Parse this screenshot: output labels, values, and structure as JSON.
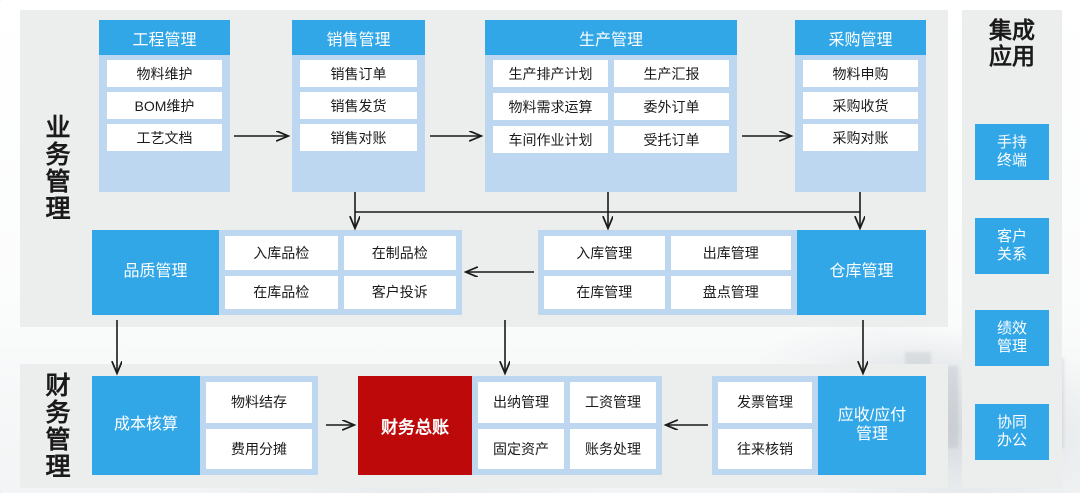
{
  "theme": {
    "accent_blue": "#32a7e8",
    "card_blue": "#bcd7ef",
    "panel_gray": "#eceded",
    "accent_red": "#bd0909",
    "cell_white": "#ffffff"
  },
  "rows": {
    "business_label": "业务管理",
    "finance_label": "财务管理"
  },
  "business": {
    "columns": [
      {
        "title": "工程管理",
        "items": [
          "物料维护",
          "BOM维护",
          "工艺文档"
        ]
      },
      {
        "title": "销售管理",
        "items": [
          "销售订单",
          "销售发货",
          "销售对账"
        ]
      },
      {
        "title": "生产管理",
        "items": [
          "生产排产计划",
          "生产汇报",
          "物料需求运算",
          "委外订单",
          "车间作业计划",
          "受托订单"
        ]
      },
      {
        "title": "采购管理",
        "items": [
          "物料申购",
          "采购收货",
          "采购对账"
        ]
      }
    ],
    "quality": {
      "label": "品质管理",
      "items": [
        "入库品检",
        "在制品检",
        "在库品检",
        "客户投诉"
      ]
    },
    "warehouse": {
      "label": "仓库管理",
      "items": [
        "入库管理",
        "出库管理",
        "在库管理",
        "盘点管理"
      ]
    }
  },
  "finance": {
    "cost": {
      "label": "成本核算",
      "items": [
        "物料结存",
        "费用分摊"
      ]
    },
    "ledger": {
      "label": "财务总账",
      "items": [
        "出纳管理",
        "工资管理",
        "固定资产",
        "账务处理"
      ]
    },
    "receivable": {
      "label": "应收/应付\n管理",
      "label_line1": "应收/应付",
      "label_line2": "管理",
      "items": [
        "发票管理",
        "往来核销"
      ]
    }
  },
  "integration": {
    "title_line1": "集成",
    "title_line2": "应用",
    "buttons": [
      {
        "line1": "手持",
        "line2": "终端"
      },
      {
        "line1": "客户",
        "line2": "关系"
      },
      {
        "line1": "绩效",
        "line2": "管理"
      },
      {
        "line1": "协同",
        "line2": "办公"
      }
    ]
  }
}
